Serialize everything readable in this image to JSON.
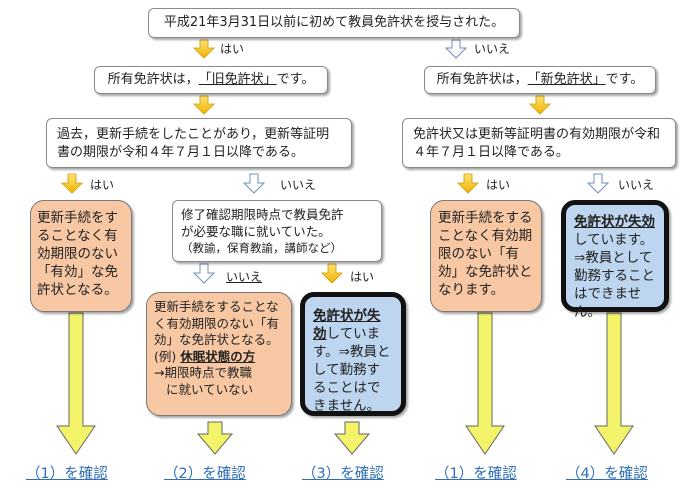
{
  "top": {
    "text": "平成21年3月31日以前に初めて教員免許状を授与された。"
  },
  "branch_yes": "はい",
  "branch_no": "いいえ",
  "left": {
    "license_prefix": "所有免許状は，",
    "license_name": "「旧免許状」",
    "license_suffix": "です。",
    "question": "過去，更新手続をしたことがあり，更新等証明書の期限が令和４年７月１日以降である。",
    "yes": "はい",
    "no": "いいえ",
    "result1": "更新手続をすることなく有効期限のない「有効」な免許状となる。",
    "q2_line1": "修了確認期限時点で教員免許",
    "q2_line2": "が必要な職に就いていた。",
    "q2_line3": "（教諭，保育教諭，講師など）",
    "q2_no": "いいえ",
    "q2_yes": "はい",
    "result2_main": "更新手続をすることなく有効期限のない「有効」な免許状となる。",
    "result2_example": "(例)",
    "result2_keyword": "休眠状態の方",
    "result2_line1": "→期限時点で教職",
    "result2_line2": "に就いていない",
    "result3_title": "免許状が失効",
    "result3_body": "しています。⇒教員として勤務することはできません。"
  },
  "right": {
    "license_prefix": "所有免許状は，",
    "license_name": "「新免許状」",
    "license_suffix": "です。",
    "question": "免許状又は更新等証明書の有効期限が令和４年７月１日以降である。",
    "yes": "はい",
    "no": "いいえ",
    "result1": "更新手続をすることなく有効期限のない「有効」な免許状となります。",
    "result4_title": "免許状が失効",
    "result4_body": "しています。⇒教員として勤務することはできません。"
  },
  "confirm": {
    "c1": "（1）を確認",
    "c2": "（2）を確認",
    "c3": "（3）を確認",
    "c1b": "（1）を確認",
    "c4": "（4）を確認"
  },
  "colors": {
    "arrow_yellow": "#f5c518",
    "arrow_big": "#f4f46a",
    "result_orange": "#f8c8a4",
    "result_blue": "#bdd5ef",
    "confirm_text": "#2f6fb5"
  }
}
